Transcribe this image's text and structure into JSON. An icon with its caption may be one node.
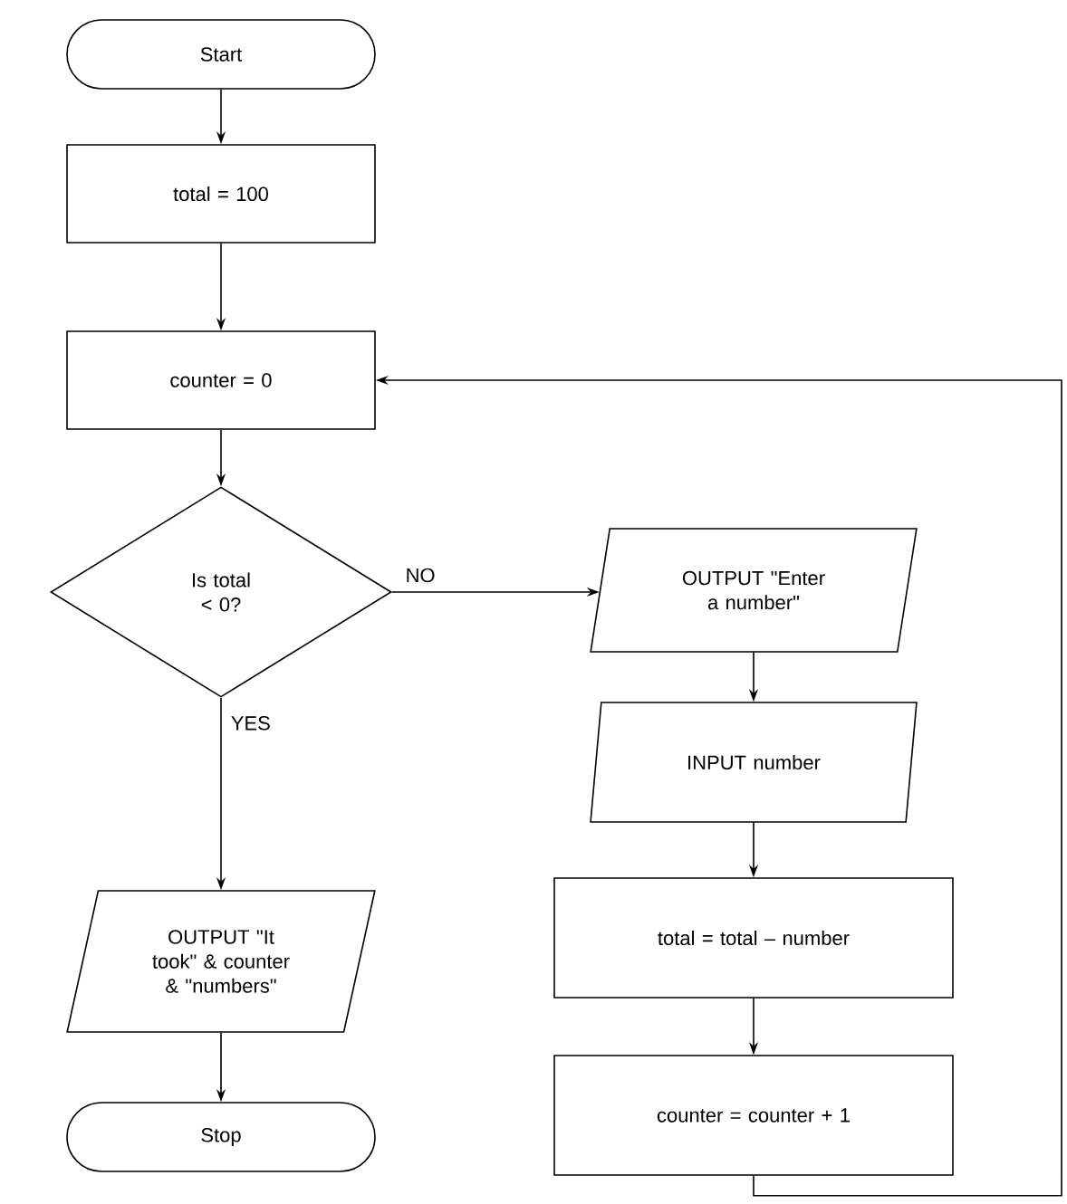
{
  "diagram": {
    "nodes": [
      {
        "text": [
          "Start"
        ]
      },
      {
        "text": [
          "total = 100"
        ]
      },
      {
        "text": [
          "counter = 0"
        ]
      },
      {
        "text": [
          "Is total < 0?"
        ]
      },
      {
        "text": [
          "OUTPUT \"It took\" & counter & \"numbers\""
        ]
      },
      {
        "text": [
          "Stop"
        ]
      },
      {
        "text": [
          "OUTPUT \"Enter a number\""
        ]
      },
      {
        "text": [
          "INPUT number"
        ]
      },
      {
        "text": [
          "total = total – number"
        ]
      },
      {
        "text": [
          "counter = counter + 1"
        ]
      }
    ],
    "edges": [
      {
        "from": 0,
        "to": 1,
        "arrow": "to"
      },
      {
        "from": 1,
        "to": 2,
        "arrow": "to"
      },
      {
        "from": 2,
        "to": 3,
        "arrow": "to"
      },
      {
        "from": 3,
        "to": 6,
        "arrow": "to",
        "label": "NO"
      },
      {
        "from": 3,
        "to": 4,
        "arrow": "to",
        "label": "YES"
      },
      {
        "from": 4,
        "to": 5,
        "arrow": "to"
      },
      {
        "from": 6,
        "to": 7,
        "arrow": "to"
      },
      {
        "from": 7,
        "to": 8,
        "arrow": "to"
      },
      {
        "from": 8,
        "to": 9,
        "arrow": "to"
      },
      {
        "from": 9,
        "to": 2,
        "arrow": "to"
      }
    ]
  }
}
